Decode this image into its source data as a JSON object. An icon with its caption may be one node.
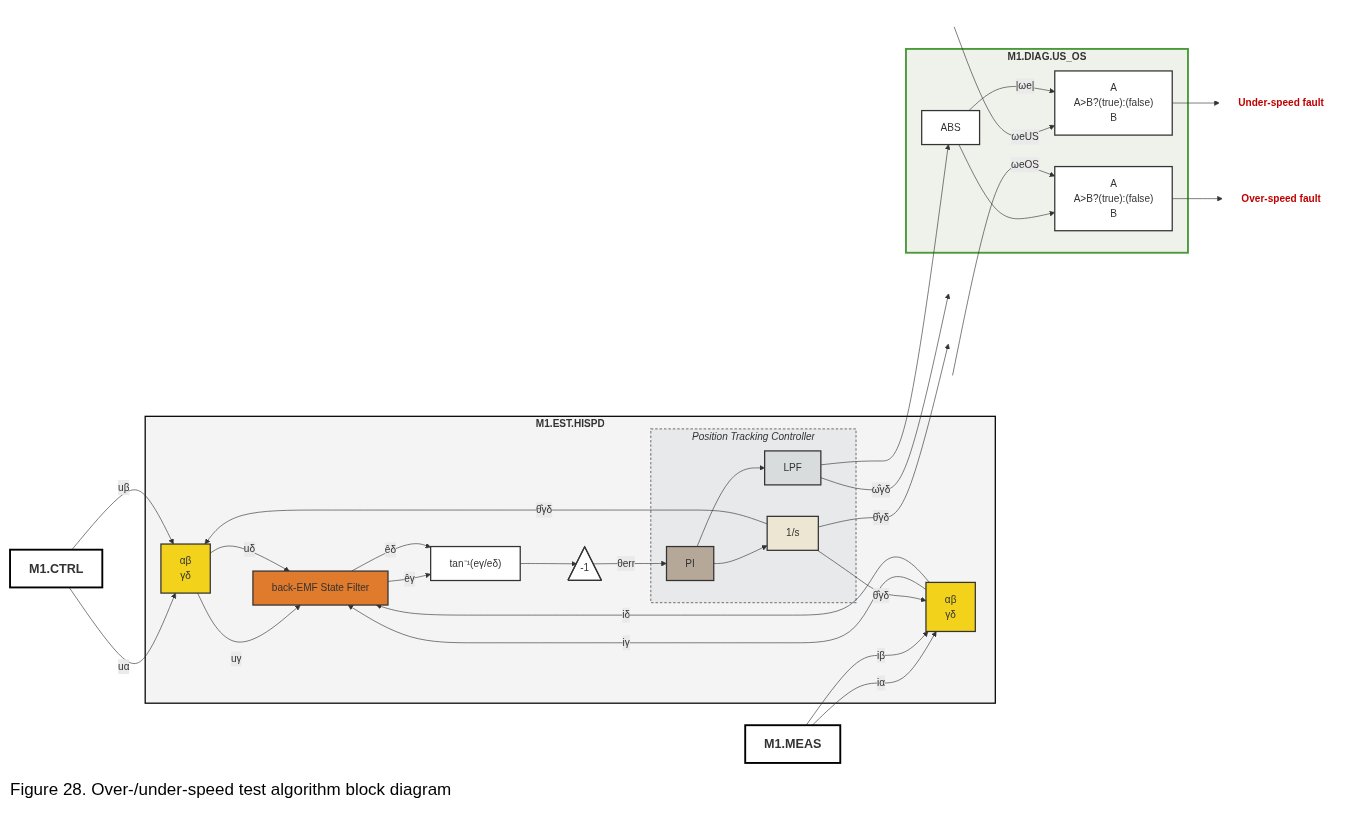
{
  "diagram": {
    "caption": "Figure 28.  Over-/under-speed test algorithm block diagram",
    "nodes": [
      {
        "text": [
          "M1.EST.HISPD"
        ]
      },
      {
        "text": [
          "M1.CTRL"
        ]
      },
      {
        "text": [
          "M1.MEAS"
        ]
      },
      {
        "text": [
          "αβ",
          "γδ"
        ],
        "in": 0
      },
      {
        "text": [
          "αβ",
          "γδ"
        ],
        "in": 0
      },
      {
        "text": [
          "back-EMF State Filter"
        ],
        "in": 0
      },
      {
        "text": [
          "tan⁻¹(eγ/eδ)"
        ],
        "in": 0
      },
      {
        "text": [
          "-1"
        ],
        "in": 0
      },
      {
        "text": [
          "Position Tracking Controller"
        ],
        "in": 0
      },
      {
        "text": [
          "PI"
        ],
        "in": 8
      },
      {
        "text": [
          "LPF"
        ],
        "in": 8
      },
      {
        "text": [
          "1/s"
        ],
        "in": 8
      },
      {
        "text": [
          "M1.DIAG.US_OS"
        ]
      },
      {
        "text": [
          "ABS"
        ],
        "in": 12
      },
      {
        "text": [
          "A",
          "A>B?(true):(false)",
          "B"
        ],
        "in": 12
      },
      {
        "text": [
          "A",
          "A>B?(true):(false)",
          "B"
        ],
        "in": 12
      },
      {
        "text": [
          "Under-speed fault"
        ]
      },
      {
        "text": [
          "Over-speed fault"
        ]
      }
    ],
    "edges": [
      {
        "from": 1,
        "to": 3,
        "arrow": "to",
        "label": "uα"
      },
      {
        "from": 1,
        "to": 3,
        "arrow": "to",
        "label": "uβ"
      },
      {
        "from": 2,
        "to": 4,
        "arrow": "to",
        "label": "iα"
      },
      {
        "from": 2,
        "to": 4,
        "arrow": "to",
        "label": "iβ"
      },
      {
        "from": 3,
        "to": 5,
        "arrow": "to",
        "label": "uγ"
      },
      {
        "from": 3,
        "to": 5,
        "arrow": "to",
        "label": "uδ"
      },
      {
        "from": 4,
        "to": 5,
        "arrow": "to",
        "label": "iγ"
      },
      {
        "from": 4,
        "to": 5,
        "arrow": "to",
        "label": "iδ"
      },
      {
        "from": 5,
        "to": 6,
        "arrow": "to",
        "label": "êγ"
      },
      {
        "from": 5,
        "to": 6,
        "arrow": "to",
        "label": "êδ"
      },
      {
        "from": 6,
        "to": 7,
        "arrow": "to"
      },
      {
        "from": 7,
        "to": 9,
        "arrow": "to",
        "label": "θerr"
      },
      {
        "from": 9,
        "to": 10,
        "arrow": "to"
      },
      {
        "from": 9,
        "to": 11,
        "arrow": "to"
      },
      {
        "from": 10,
        "to": null,
        "arrow": "to",
        "label": "ω̂γδ"
      },
      {
        "from": 11,
        "to": null,
        "arrow": "to",
        "label": "θ̂γδ"
      },
      {
        "from": 11,
        "to": 3,
        "arrow": "to",
        "label": "θ̂γδ"
      },
      {
        "from": 11,
        "to": 4,
        "arrow": "to",
        "label": "θ̂γδ"
      },
      {
        "from": 10,
        "to": 13,
        "arrow": "to"
      },
      {
        "from": null,
        "to": 14,
        "arrow": "to",
        "label": "ωeUS"
      },
      {
        "from": 13,
        "to": 14,
        "arrow": "to",
        "label": "|ωe|"
      },
      {
        "from": 13,
        "to": 15,
        "arrow": "to"
      },
      {
        "from": null,
        "to": 15,
        "arrow": "to",
        "label": "ωeOS"
      },
      {
        "from": 14,
        "to": 16,
        "arrow": "to"
      },
      {
        "from": 15,
        "to": 17,
        "arrow": "to"
      }
    ]
  }
}
